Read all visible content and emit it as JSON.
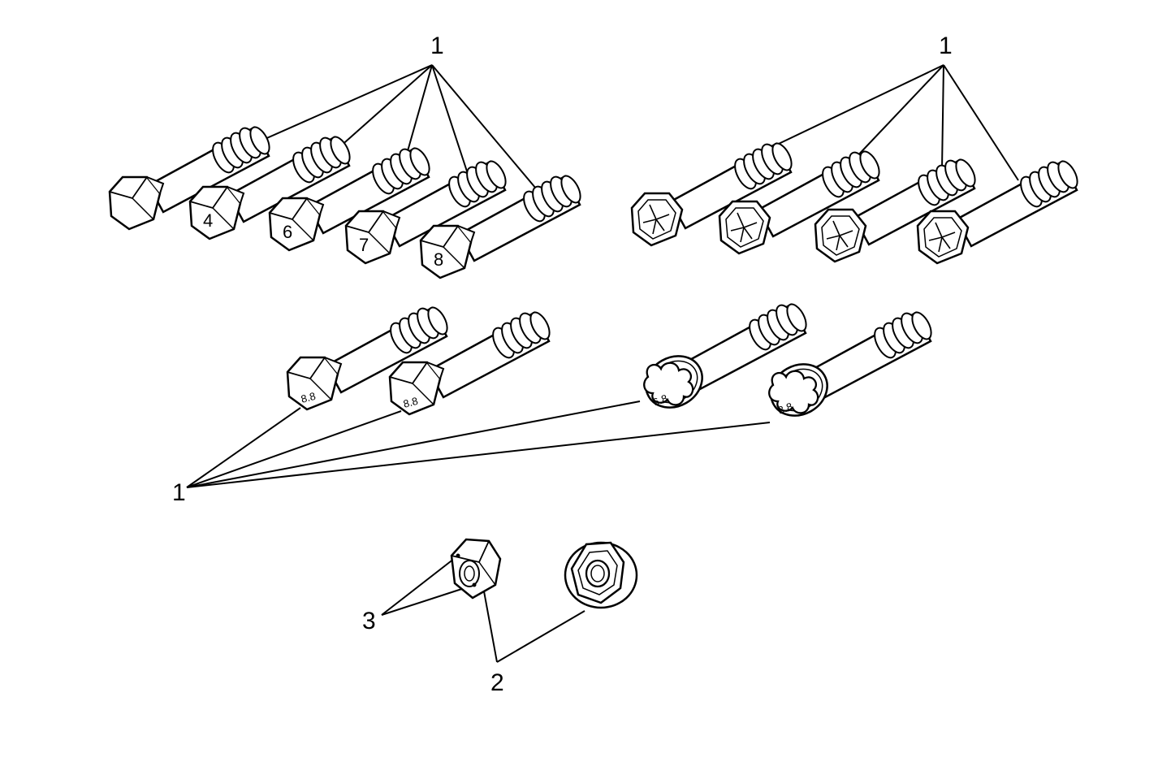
{
  "diagram": {
    "line_color": "#000000",
    "fill_color": "#ffffff",
    "callouts": {
      "metric_bolts_top": "1",
      "inch_bolts_top": "1",
      "flange_bolts": "1",
      "nut_type": "2",
      "nut_marks": "3"
    },
    "metric_bolts": [
      {
        "class_mark": ""
      },
      {
        "class_mark": "4"
      },
      {
        "class_mark": "6"
      },
      {
        "class_mark": "7"
      },
      {
        "class_mark": "8"
      }
    ],
    "inch_bolts": [
      {
        "icon": "grade-radial-lines-icon"
      },
      {
        "icon": "grade-radial-lines-icon"
      },
      {
        "icon": "grade-radial-lines-icon"
      },
      {
        "icon": "grade-radial-lines-icon"
      }
    ],
    "property_class_bolts": [
      {
        "mark": "8.8"
      },
      {
        "mark": "8.8"
      },
      {
        "mark": "6.8"
      },
      {
        "mark": "8.8"
      }
    ],
    "nuts": [
      {
        "icon": "hex-nut-icon"
      },
      {
        "icon": "flange-nut-icon"
      }
    ]
  }
}
